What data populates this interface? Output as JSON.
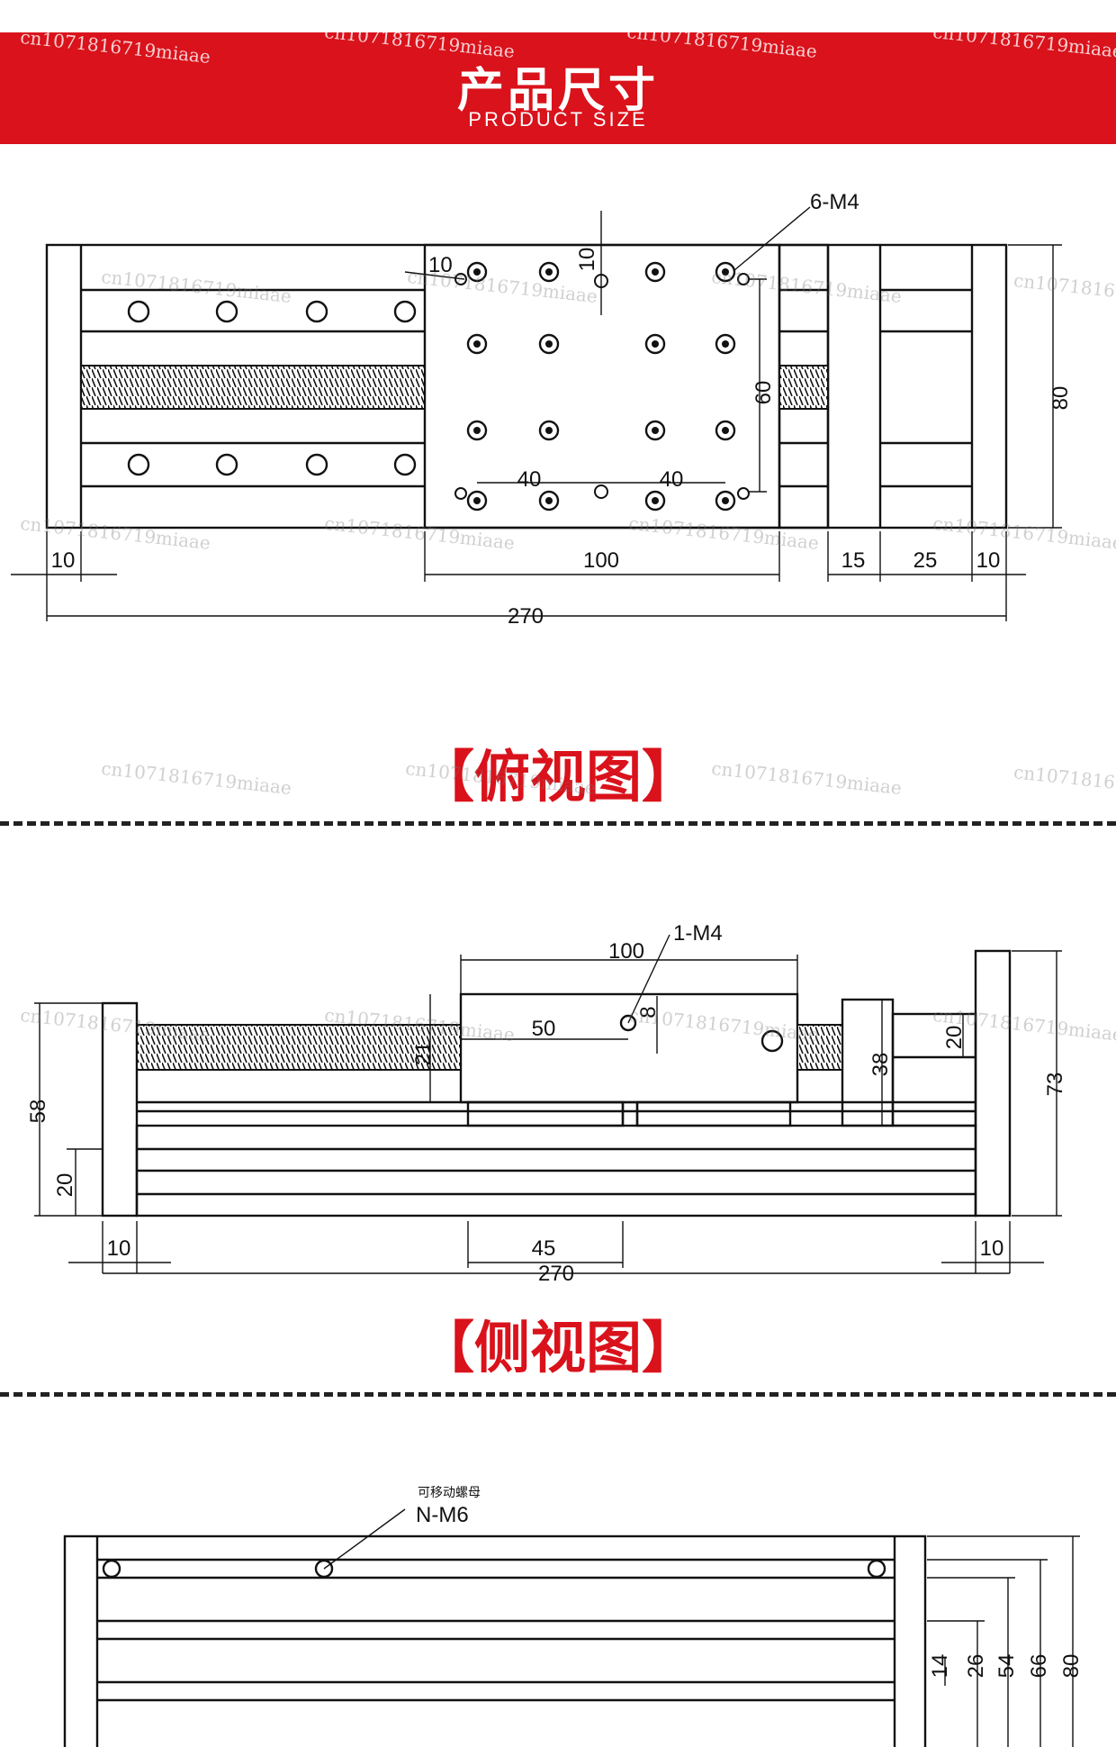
{
  "header": {
    "title": "产品尺寸",
    "subtitle": "PRODUCT SIZE"
  },
  "top_view": {
    "title": "【俯视图】",
    "labels": {
      "hole_callout": "6-M4",
      "dim_10_left": "10",
      "dim_100": "100",
      "dim_15": "15",
      "dim_25": "25",
      "dim_10_right": "10",
      "dim_270": "270",
      "dim_80": "80",
      "dim_60": "60",
      "dim_40_left": "40",
      "dim_40_right": "40",
      "dim_10_top_a": "10",
      "dim_10_top_b": "10"
    }
  },
  "side_view": {
    "title": "【侧视图】",
    "labels": {
      "hole_callout": "1-M4",
      "dim_100": "100",
      "dim_50": "50",
      "dim_8": "8",
      "dim_21": "21",
      "dim_58": "58",
      "dim_20_left": "20",
      "dim_38": "38",
      "dim_20_right": "20",
      "dim_73": "73",
      "dim_10_left": "10",
      "dim_45": "45",
      "dim_10_right": "10",
      "dim_270": "270"
    }
  },
  "end_view": {
    "labels": {
      "nut_note": "可移动螺母",
      "nut_callout": "N-M6",
      "dim_14": "14",
      "dim_26": "26",
      "dim_54": "54",
      "dim_66": "66",
      "dim_80": "80"
    }
  },
  "watermark": "cn1071816719miaae",
  "watermark_short": "cn10718167l",
  "colors": {
    "banner": "#d9121b",
    "line": "#111111",
    "accent": "#d9121b"
  }
}
